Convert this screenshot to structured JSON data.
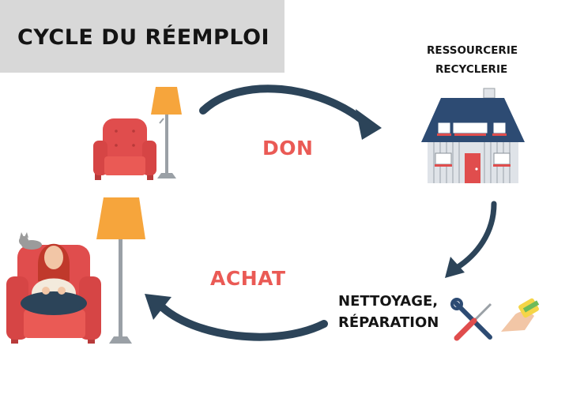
{
  "title": "CYCLE DU RÉEMPLOI",
  "labels": {
    "store_line1": "RESSOURCERIE",
    "store_line2": "RECYCLERIE",
    "don": "DON",
    "achat": "ACHAT",
    "repair_line1": "NETTOYAGE,",
    "repair_line2": "RÉPARATION"
  },
  "colors": {
    "title_bg": "#d8d8d8",
    "accent_red": "#ea5a55",
    "arrow_navy": "#2c4459",
    "roof_navy": "#2d4b73",
    "lamp_yellow": "#f6a53c"
  },
  "icons": [
    "armchair-icon",
    "floor-lamp-icon",
    "house-icon",
    "tools-icon",
    "sponge-hand-icon",
    "woman-in-armchair-icon",
    "cat-icon"
  ]
}
